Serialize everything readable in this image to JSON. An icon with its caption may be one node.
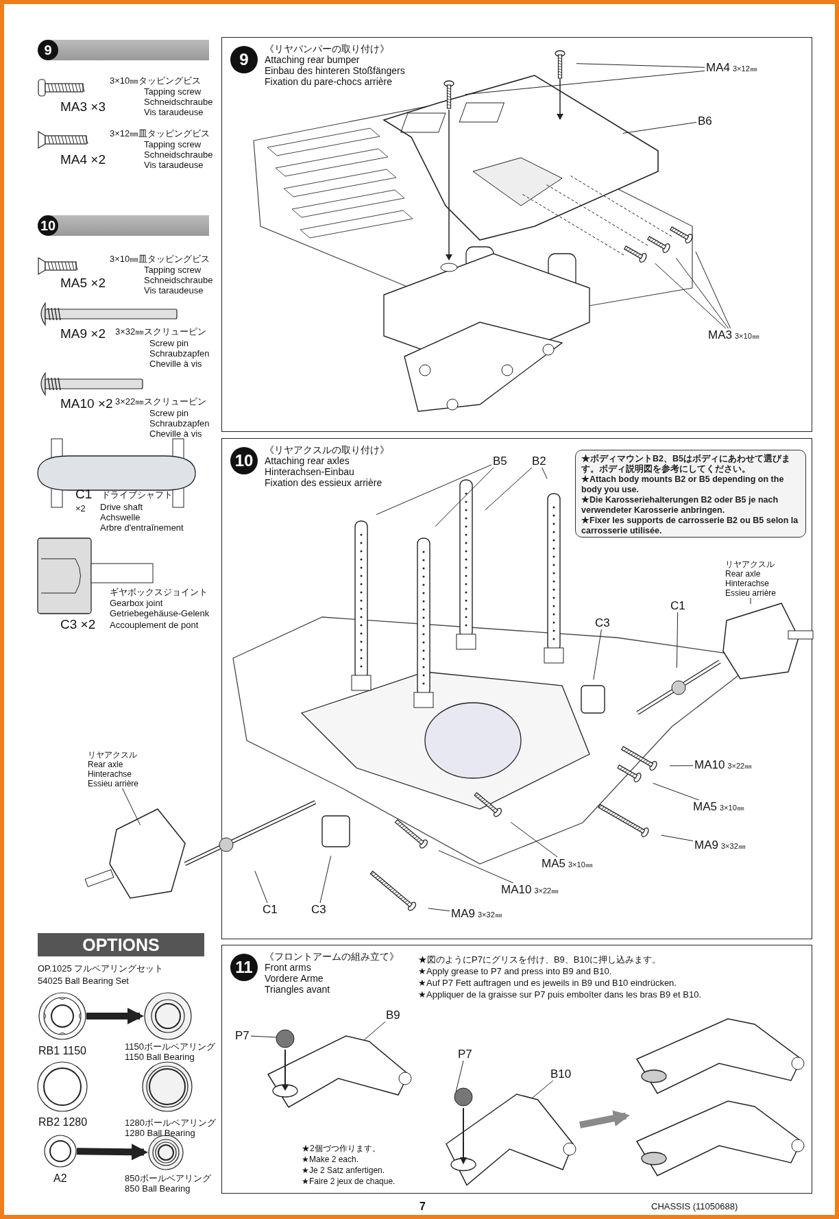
{
  "diagram": {
    "nodes": [
      {
        "text": [
          "9"
        ]
      },
      {
        "text": [
          "10"
        ]
      },
      {
        "text": [
          "OPTIONS"
        ]
      },
      {
        "text": [],
        "shape": "picture",
        "beside": [
          "RB1 1150"
        ]
      },
      {
        "text": [],
        "shape": "picture",
        "beside": [
          "1150ボールベアリング",
          "1150 Ball Bearing"
        ]
      },
      {
        "text": [],
        "shape": "picture",
        "beside": [
          "RB2 1280"
        ]
      },
      {
        "text": [],
        "shape": "picture",
        "beside": [
          "1280ボールベアリング",
          "1280 Ball Bearing"
        ]
      },
      {
        "text": [],
        "shape": "picture",
        "beside": [
          "A2"
        ]
      },
      {
        "text": [],
        "shape": "picture",
        "beside": [
          "850ボールベアリング",
          "850 Ball Bearing"
        ]
      },
      {
        "text": [
          "9",
          "《リヤバンパーの取り付け》",
          "Attaching rear bumper",
          "Einbau des hinteren Stoßfängers",
          "Fixation du pare-chocs arrière"
        ]
      },
      {
        "text": [
          "MA4",
          "3×12㎜"
        ],
        "in": 9
      },
      {
        "text": [
          "B6"
        ],
        "in": 9
      },
      {
        "text": [
          "MA3",
          "3×10㎜"
        ],
        "in": 9
      },
      {
        "text": [
          "10",
          "《リヤアクスルの取り付け》",
          "Attaching rear axles",
          "Hinterachsen-Einbau",
          "Fixation des essieux arrière"
        ]
      },
      {
        "text": [
          "★ボディマウントB2、B5はボディにあわせて選びます。ボディ説明図を参考にしてください。",
          "★Attach body mounts B2 or B5 depending on the body you use.",
          "★Die Karosseriehalterungen B2 oder B5 je nach verwendeter Karosserie anbringen.",
          "★Fixer les supports de carrosserie B2 ou B5 selon la carrosserie utilisée."
        ],
        "in": 13
      },
      {
        "text": [
          "B5"
        ],
        "in": 13
      },
      {
        "text": [
          "B2"
        ],
        "in": 13
      },
      {
        "text": [
          "リヤアクスル",
          "Rear axle",
          "Hinterachse",
          "Essieu arrière"
        ],
        "in": 13
      },
      {
        "text": [
          "C1"
        ],
        "in": 13
      },
      {
        "text": [
          "C3"
        ],
        "in": 13
      },
      {
        "text": [
          "MA10",
          "3×22㎜"
        ],
        "in": 13
      },
      {
        "text": [
          "MA5",
          "3×10㎜"
        ],
        "in": 13
      },
      {
        "text": [
          "MA9",
          "3×32㎜"
        ],
        "in": 13
      },
      {
        "text": [
          "リヤアクスル",
          "Rear axle",
          "Hinterachse",
          "Essieu arrière"
        ]
      },
      {
        "text": [
          "C1"
        ],
        "in": 13
      },
      {
        "text": [
          "C3"
        ],
        "in": 13
      },
      {
        "text": [
          "MA5",
          "3×10㎜"
        ],
        "in": 13
      },
      {
        "text": [
          "MA10",
          "3×22㎜"
        ],
        "in": 13
      },
      {
        "text": [
          "MA9",
          "3×32㎜"
        ],
        "in": 13
      },
      {
        "text": [
          "11",
          "《フロントアームの組み立て》",
          "Front arms",
          "Vordere Arme",
          "Triangles avant"
        ]
      },
      {
        "text": [
          "P7"
        ],
        "in": 29
      },
      {
        "text": [
          "B9"
        ],
        "in": 29
      },
      {
        "text": [
          "P7"
        ],
        "in": 29
      },
      {
        "text": [
          "B10"
        ],
        "in": 29
      },
      {
        "text": [],
        "shape": "picture",
        "in": 29
      },
      {
        "text": [],
        "shape": "picture",
        "in": 29
      },
      {
        "text": [],
        "shape": "picture",
        "in": 29
      }
    ],
    "edges": [
      {
        "from": 3,
        "to": 4,
        "arrow": "to",
        "style": "thick"
      },
      {
        "from": 7,
        "to": 8,
        "arrow": "to",
        "style": "thick"
      },
      {
        "from": 35,
        "to": 36,
        "arrow": "to",
        "style": "thick",
        "color": "#8a8a8a"
      },
      {
        "from": 10,
        "to": null,
        "arrow": "none"
      },
      {
        "from": 10,
        "to": null,
        "arrow": "none"
      },
      {
        "from": 11,
        "to": null,
        "arrow": "none"
      },
      {
        "from": 12,
        "to": null,
        "arrow": "none"
      },
      {
        "from": 12,
        "to": null,
        "arrow": "none"
      },
      {
        "from": 12,
        "to": null,
        "arrow": "none"
      },
      {
        "from": 15,
        "to": null,
        "arrow": "none"
      },
      {
        "from": 15,
        "to": null,
        "arrow": "none"
      },
      {
        "from": 16,
        "to": null,
        "arrow": "none"
      },
      {
        "from": 16,
        "to": null,
        "arrow": "none"
      },
      {
        "from": 17,
        "to": null,
        "arrow": "none"
      },
      {
        "from": 18,
        "to": null,
        "arrow": "none"
      },
      {
        "from": 19,
        "to": null,
        "arrow": "none"
      },
      {
        "from": 20,
        "to": null,
        "arrow": "none"
      },
      {
        "from": 21,
        "to": null,
        "arrow": "none"
      },
      {
        "from": 22,
        "to": null,
        "arrow": "none"
      },
      {
        "from": 23,
        "to": null,
        "arrow": "none"
      },
      {
        "from": 24,
        "to": null,
        "arrow": "none"
      },
      {
        "from": 25,
        "to": null,
        "arrow": "none"
      },
      {
        "from": 26,
        "to": null,
        "arrow": "none"
      },
      {
        "from": 27,
        "to": null,
        "arrow": "none"
      },
      {
        "from": 28,
        "to": null,
        "arrow": "none"
      },
      {
        "from": 30,
        "to": 34,
        "arrow": "none"
      },
      {
        "from": 31,
        "to": 34,
        "arrow": "none"
      },
      {
        "from": 32,
        "to": 35,
        "arrow": "none"
      },
      {
        "from": 33,
        "to": 35,
        "arrow": "none"
      }
    ],
    "labels": [
      "MA3 ×3",
      "3×10㎜タッピングビス",
      "Tapping screw",
      "Schneidschraube",
      "Vis taraudeuse",
      "MA4 ×2",
      "3×12㎜皿タッピングビス",
      "Tapping screw",
      "Schneidschraube",
      "Vis taraudeuse",
      "MA5 ×2",
      "3×10㎜皿タッピングビス",
      "Tapping screw",
      "Schneidschraube",
      "Vis taraudeuse",
      "MA9 ×2",
      "3×32㎜スクリューピン",
      "Screw pin",
      "Schraubzapfen",
      "Cheville à vis",
      "MA10 ×2",
      "3×22㎜スクリューピン",
      "Screw pin",
      "Schraubzapfen",
      "Cheville à vis",
      "C1",
      "×2",
      "ドライブシャフト",
      "Drive shaft",
      "Achswelle",
      "Arbre d'entraînement",
      "ギヤボックスジョイント",
      "Gearbox joint",
      "Getriebegehäuse-Gelenk",
      "C3 ×2",
      "Accouplement de pont",
      "OP.1025 フルベアリングセット",
      "54025 Ball Bearing Set",
      "★図のようにP7にグリスを付け、B9、B10に押し込みます。",
      "★Apply grease to P7 and press into B9 and B10.",
      "★Auf P7 Fett auftragen und es jeweils in B9 und B10 eindrücken.",
      "★Appliquer de la graisse sur P7 puis emboîter dans les bras B9 et B10.",
      "★2個づつ作ります。",
      "★Make 2 each.",
      "★Je 2 Satz anfertigen.",
      "★Faire 2 jeux de chaque.",
      "7",
      "CHASSIS (11050688)"
    ]
  }
}
